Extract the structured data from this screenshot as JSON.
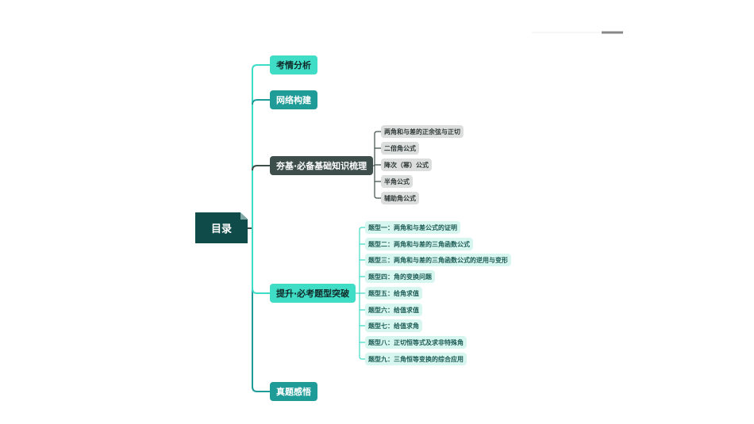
{
  "root": "目录",
  "branches": {
    "b1": "考情分析",
    "b2": "网络构建",
    "b3": "夯基·必备基础知识梳理",
    "b4": "提升·必考题型突破",
    "b5": "真题感悟"
  },
  "b3_items": [
    "两角和与差的正余弦与正切",
    "二倍角公式",
    "降次（幂）公式",
    "半角公式",
    "辅助角公式"
  ],
  "b4_items": [
    "题型一：两角和与差公式的证明",
    "题型二：两角和与差的三角函数公式",
    "题型三：两角和与差的三角函数公式的逆用与变形",
    "题型四：角的变换问题",
    "题型五：给角求值",
    "题型六：给值求值",
    "题型七：给值求角",
    "题型八：正切恒等式及求非特殊角",
    "题型九：三角恒等变换的综合应用"
  ],
  "colors": {
    "bright_teal": "#3fdcc6",
    "dark_teal": "#1f9b98",
    "slate": "#3e4f4b",
    "root": "#0e4b49"
  }
}
